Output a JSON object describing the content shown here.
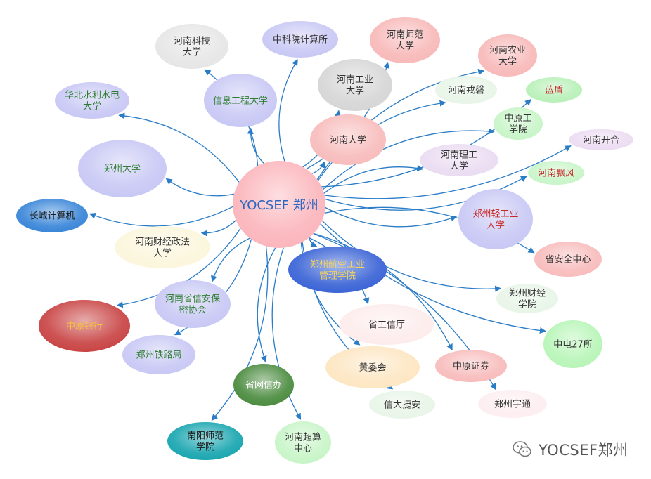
{
  "center": {
    "label": "YOCSEF 郑州"
  },
  "nodes": [
    {
      "id": "henan-keji",
      "label": [
        "河南科技",
        "大学"
      ],
      "fill": "#e6e6e6",
      "text": "#333333"
    },
    {
      "id": "zhongkeyuan",
      "label": [
        "中科院计算所"
      ],
      "fill": "#c8c8f5",
      "text": "#333333"
    },
    {
      "id": "henan-shifan",
      "label": [
        "河南师范",
        "大学"
      ],
      "fill": "#f8b9b9",
      "text": "#333333"
    },
    {
      "id": "henan-nongye",
      "label": [
        "河南农业",
        "大学"
      ],
      "fill": "#f8b9b9",
      "text": "#333333"
    },
    {
      "id": "huabei",
      "label": [
        "华北水利水电",
        "大学"
      ],
      "fill": "#c8c8f5",
      "text": "#2e7d32"
    },
    {
      "id": "xinxi",
      "label": [
        "信息工程大学"
      ],
      "fill": "#c8c8f5",
      "text": "#2e7d32"
    },
    {
      "id": "henan-gongye",
      "label": [
        "河南工业",
        "大学"
      ],
      "fill": "#d6d6d6",
      "text": "#333333"
    },
    {
      "id": "rongqing",
      "label": [
        "河南戎磐"
      ],
      "fill": "#e8f5e8",
      "text": "#333333"
    },
    {
      "id": "landun",
      "label": [
        "蓝盾"
      ],
      "fill": "#b8f0b8",
      "text": "#c62828"
    },
    {
      "id": "zhongyuan-gong",
      "label": [
        "中原工",
        "学院"
      ],
      "fill": "#c8f5c8",
      "text": "#333333"
    },
    {
      "id": "henan-kaihe",
      "label": [
        "河南开合"
      ],
      "fill": "#ecdcf2",
      "text": "#333333"
    },
    {
      "id": "zhengzhou-daxue",
      "label": [
        "郑州大学"
      ],
      "fill": "#c8c8f5",
      "text": "#2e7d32"
    },
    {
      "id": "henan-daxue",
      "label": [
        "河南大学"
      ],
      "fill": "#f8bcbc",
      "text": "#333333"
    },
    {
      "id": "henan-ligong",
      "label": [
        "河南理工",
        "大学"
      ],
      "fill": "#eadcf2",
      "text": "#333333"
    },
    {
      "id": "piaofeng",
      "label": [
        "河南飘风"
      ],
      "fill": "#c8f5c8",
      "text": "#c62828"
    },
    {
      "id": "changcheng",
      "label": [
        "长城计算机"
      ],
      "fill": "#3a86d8",
      "text": "#1a1a1a"
    },
    {
      "id": "qinggongye",
      "label": [
        "郑州轻工业",
        "大学"
      ],
      "fill": "#c8c8f5",
      "text": "#c62828"
    },
    {
      "id": "caijing-zhengfa",
      "label": [
        "河南财经政法",
        "大学"
      ],
      "fill": "#fbf6dc",
      "text": "#333333"
    },
    {
      "id": "hangkong",
      "label": [
        "郑州航空工业",
        "管理学院"
      ],
      "fill": "#3b64d6",
      "text": "#f4d35e"
    },
    {
      "id": "anquan",
      "label": [
        "省安全中心"
      ],
      "fill": "#f8bcbc",
      "text": "#333333"
    },
    {
      "id": "zz-caijing",
      "label": [
        "郑州财经",
        "学院"
      ],
      "fill": "#e8f5e8",
      "text": "#333333"
    },
    {
      "id": "zhongyuan-yinhang",
      "label": [
        "中原银行"
      ],
      "fill": "#c94545",
      "text": "#f6c23e"
    },
    {
      "id": "xinan-xiehui",
      "label": [
        "河南省信安保",
        "密协会"
      ],
      "fill": "#c8c8f5",
      "text": "#2e7d32"
    },
    {
      "id": "gongxinting",
      "label": [
        "省工信厅"
      ],
      "fill": "#fdecec",
      "text": "#333333"
    },
    {
      "id": "cetc27",
      "label": [
        "中电27所"
      ],
      "fill": "#b8f5b8",
      "text": "#333333"
    },
    {
      "id": "tielu",
      "label": [
        "郑州铁路局"
      ],
      "fill": "#c8c8f5",
      "text": "#2e7d32"
    },
    {
      "id": "huangwei",
      "label": [
        "黄委会"
      ],
      "fill": "#fde6c2",
      "text": "#333333"
    },
    {
      "id": "zhongyuan-zhengquan",
      "label": [
        "中原证券"
      ],
      "fill": "#f8bcbc",
      "text": "#333333"
    },
    {
      "id": "wangxinban",
      "label": [
        "省网信办"
      ],
      "fill": "#4c8c40",
      "text": "#ffffff"
    },
    {
      "id": "yutong",
      "label": [
        "郑州宇通"
      ],
      "fill": "#fdeef0",
      "text": "#333333"
    },
    {
      "id": "xinda",
      "label": [
        "信大捷安"
      ],
      "fill": "#e8f5e8",
      "text": "#333333"
    },
    {
      "id": "nanyang",
      "label": [
        "南阳师范",
        "学院"
      ],
      "fill": "#1aa6b0",
      "text": "#1a1a1a"
    },
    {
      "id": "chaosuan",
      "label": [
        "河南超算",
        "中心"
      ],
      "fill": "#c8f5c8",
      "text": "#333333"
    }
  ],
  "watermark": {
    "text": "YOCSEF郑州",
    "icon": "wechat-icon"
  }
}
